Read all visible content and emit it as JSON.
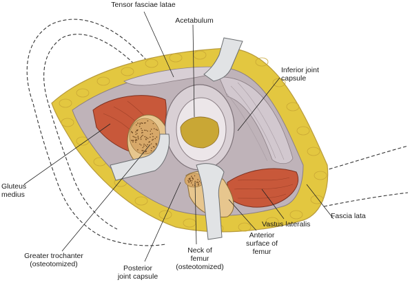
{
  "labels": {
    "tensor_fasciae_latae": "Tensor fasciae latae",
    "acetabulum": "Acetabulum",
    "inferior_joint_capsule": "Inferior joint\ncapsule",
    "gluteus_medius": "Gluteus\nmedius",
    "greater_trochanter": "Greater trochanter\n(osteotomized)",
    "posterior_joint_capsule": "Posterior\njoint capsule",
    "neck_of_femur": "Neck of\nfemur\n(osteotomized)",
    "anterior_surface_of_femur": "Anterior\nsurface of\nfemur",
    "vastus_lateralis": "Vastus lateralis",
    "fascia_lata": "Fascia lata"
  },
  "colors": {
    "fat": "#e3c740",
    "skin_edge": "#b79a3c",
    "muscle": "#c8583a",
    "capsule": "#cfc6cc",
    "retractor": "#e1e3e5",
    "bone": "#e7c68e",
    "acetabulum_floor": "#c9a735"
  }
}
